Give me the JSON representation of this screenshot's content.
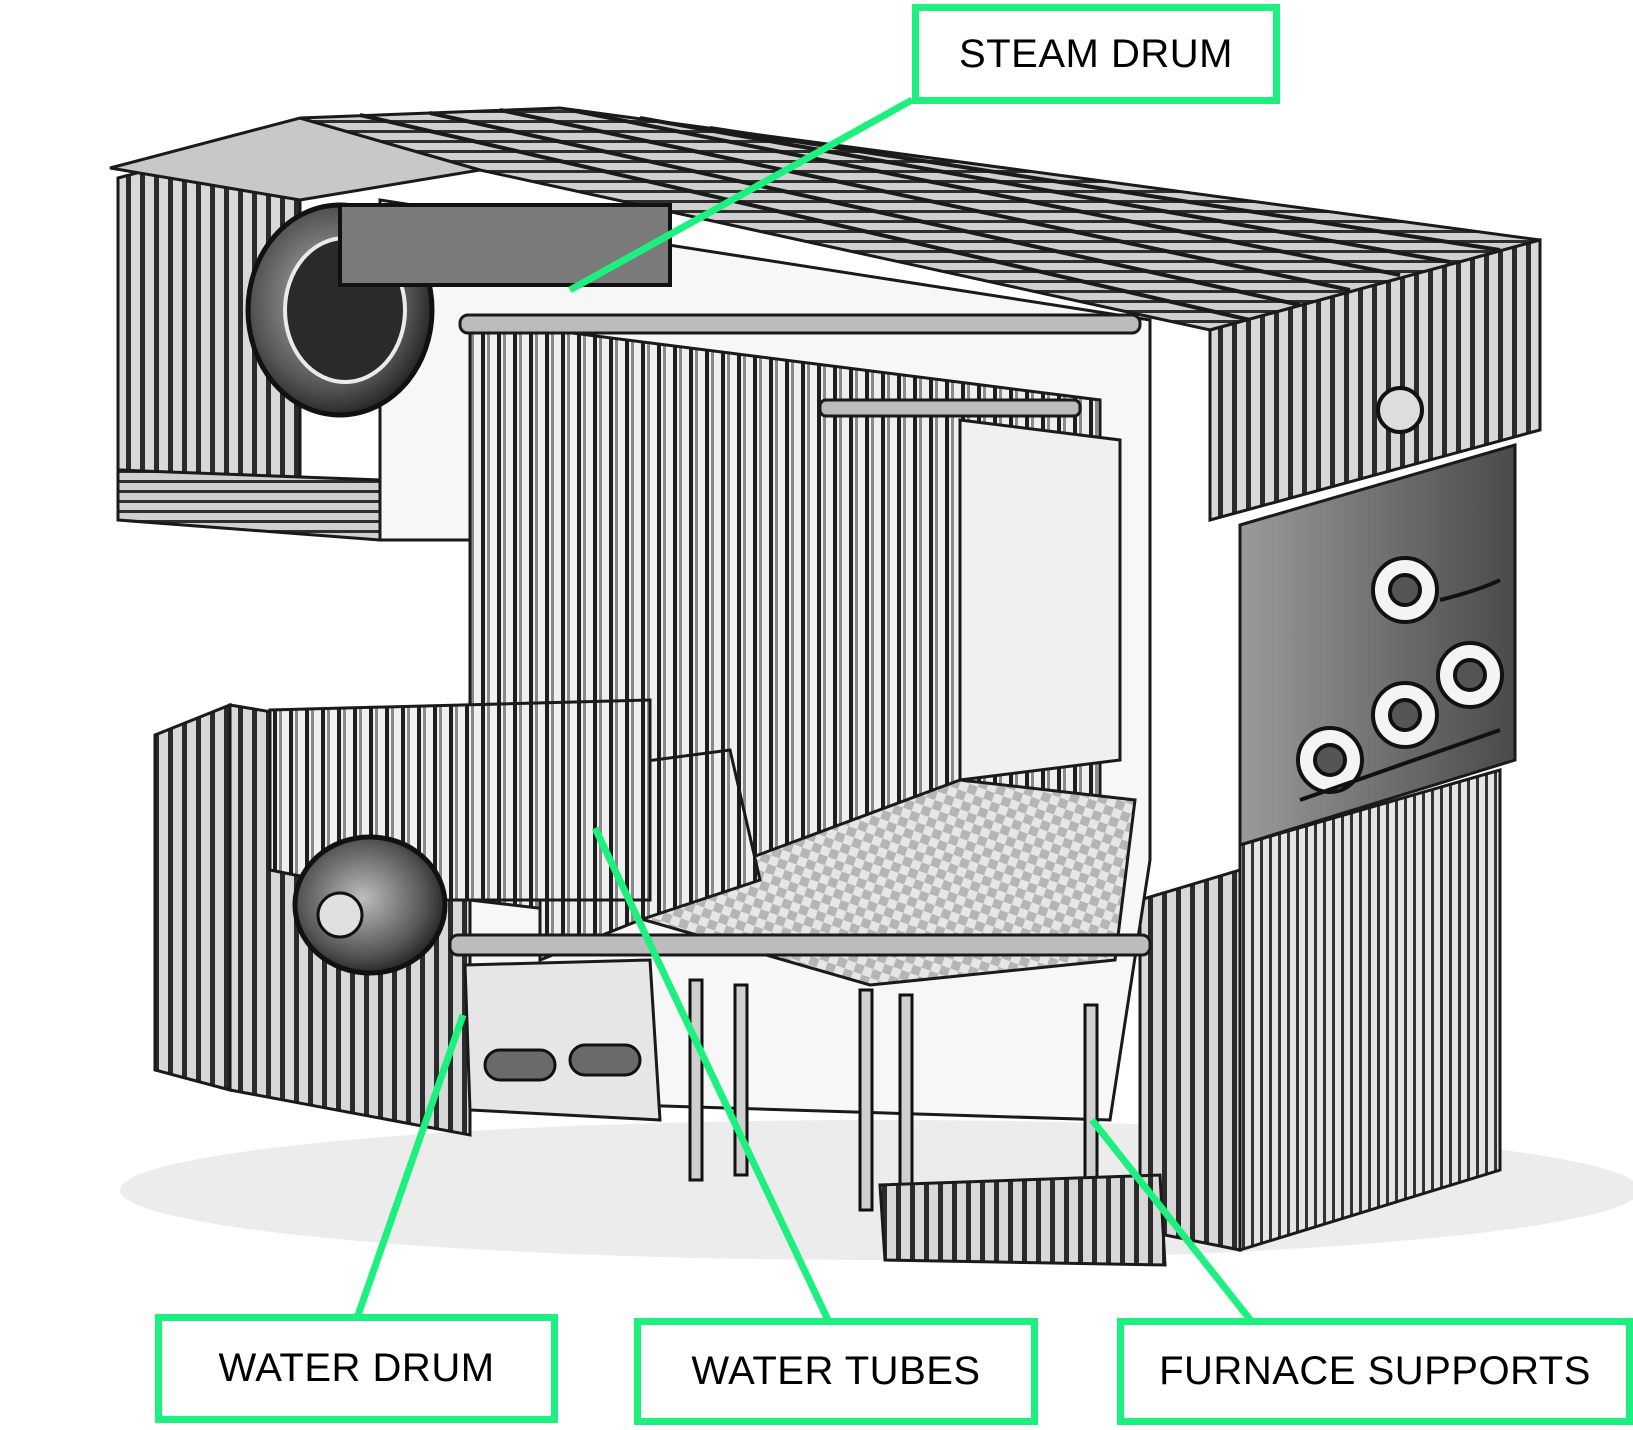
{
  "figure": {
    "subject": "boiler cutaway illustration",
    "label_color": "#1cf07e",
    "ink_color": "#1a1a1a"
  },
  "callouts": {
    "steam_drum": "STEAM DRUM",
    "water_drum": "WATER DRUM",
    "water_tubes": "WATER TUBES",
    "furnace_supports": "FURNACE SUPPORTS"
  }
}
